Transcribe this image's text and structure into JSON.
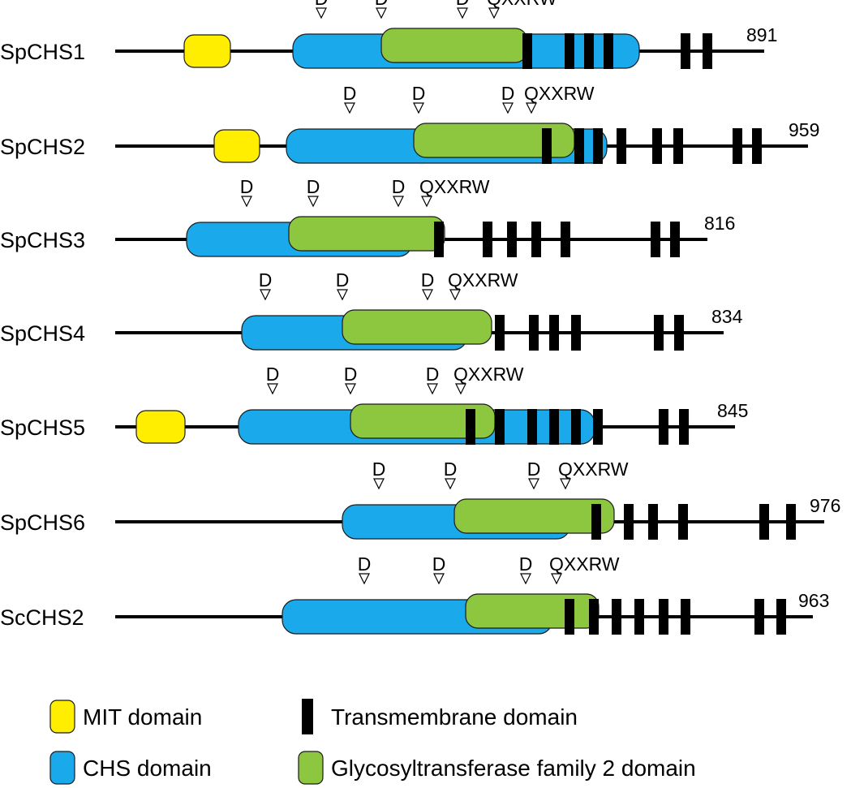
{
  "colors": {
    "mit": "#ffee00",
    "chs": "#1aa9ea",
    "gt2": "#8dc63f",
    "tm": "#000000",
    "line": "#000000"
  },
  "motif_labels": {
    "d": "D",
    "q": "QXXRW"
  },
  "proteins": [
    {
      "name": "SpCHS1",
      "length": "891"
    },
    {
      "name": "SpCHS2",
      "length": "959"
    },
    {
      "name": "SpCHS3",
      "length": "816"
    },
    {
      "name": "SpCHS4",
      "length": "834"
    },
    {
      "name": "SpCHS5",
      "length": "845"
    },
    {
      "name": "SpCHS6",
      "length": "976"
    },
    {
      "name": "ScCHS2",
      "length": "963"
    }
  ],
  "legend": [
    {
      "key": "mit",
      "label": "MIT domain"
    },
    {
      "key": "tm",
      "label": "Transmembrane domain"
    },
    {
      "key": "chs",
      "label": "CHS domain"
    },
    {
      "key": "gt2",
      "label": "Glycosyltransferase family 2 domain"
    }
  ]
}
